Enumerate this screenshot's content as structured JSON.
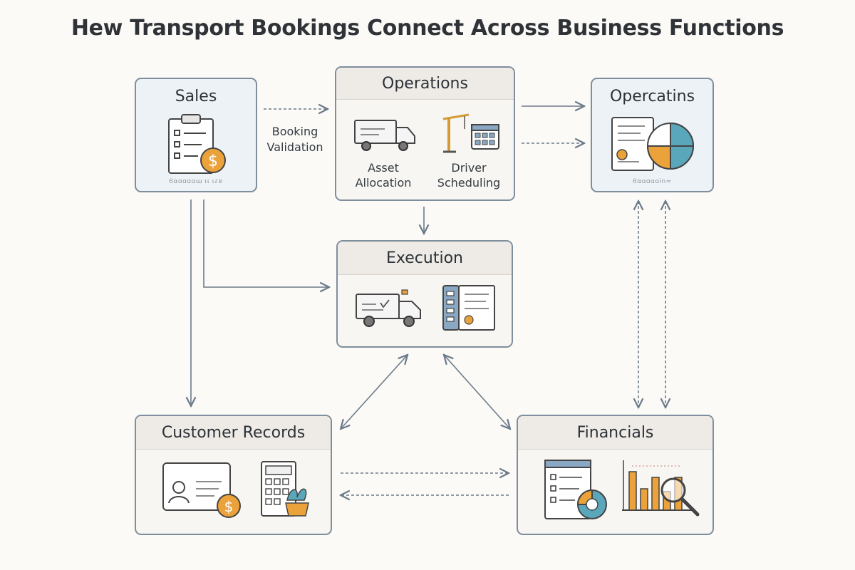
{
  "title": "Hew Transport Bookings Connect Across Business Functions",
  "nodes": {
    "sales": {
      "label": "Sales",
      "footer": "Ꮾαɑɑɑɑɯ ɩɩ ɩɾɐ"
    },
    "operations": {
      "label": "Operations",
      "left_caption": "Asset Allocation",
      "right_caption": "Driver Scheduling"
    },
    "operations_right": {
      "label": "Opercatins",
      "footer": "Ꮾαɑɑɑɑin≈"
    },
    "execution": {
      "label": "Execution"
    },
    "customer_records": {
      "label": "Customer Records"
    },
    "financials": {
      "label": "Financials"
    }
  },
  "edges": {
    "booking_validation_label": "Booking Validation"
  },
  "colors": {
    "border": "#7f8e9c",
    "arrow": "#6c7b89",
    "accent_orange": "#e8a43a",
    "accent_teal": "#5aa7bb",
    "box_blue": "#edf2f6"
  }
}
